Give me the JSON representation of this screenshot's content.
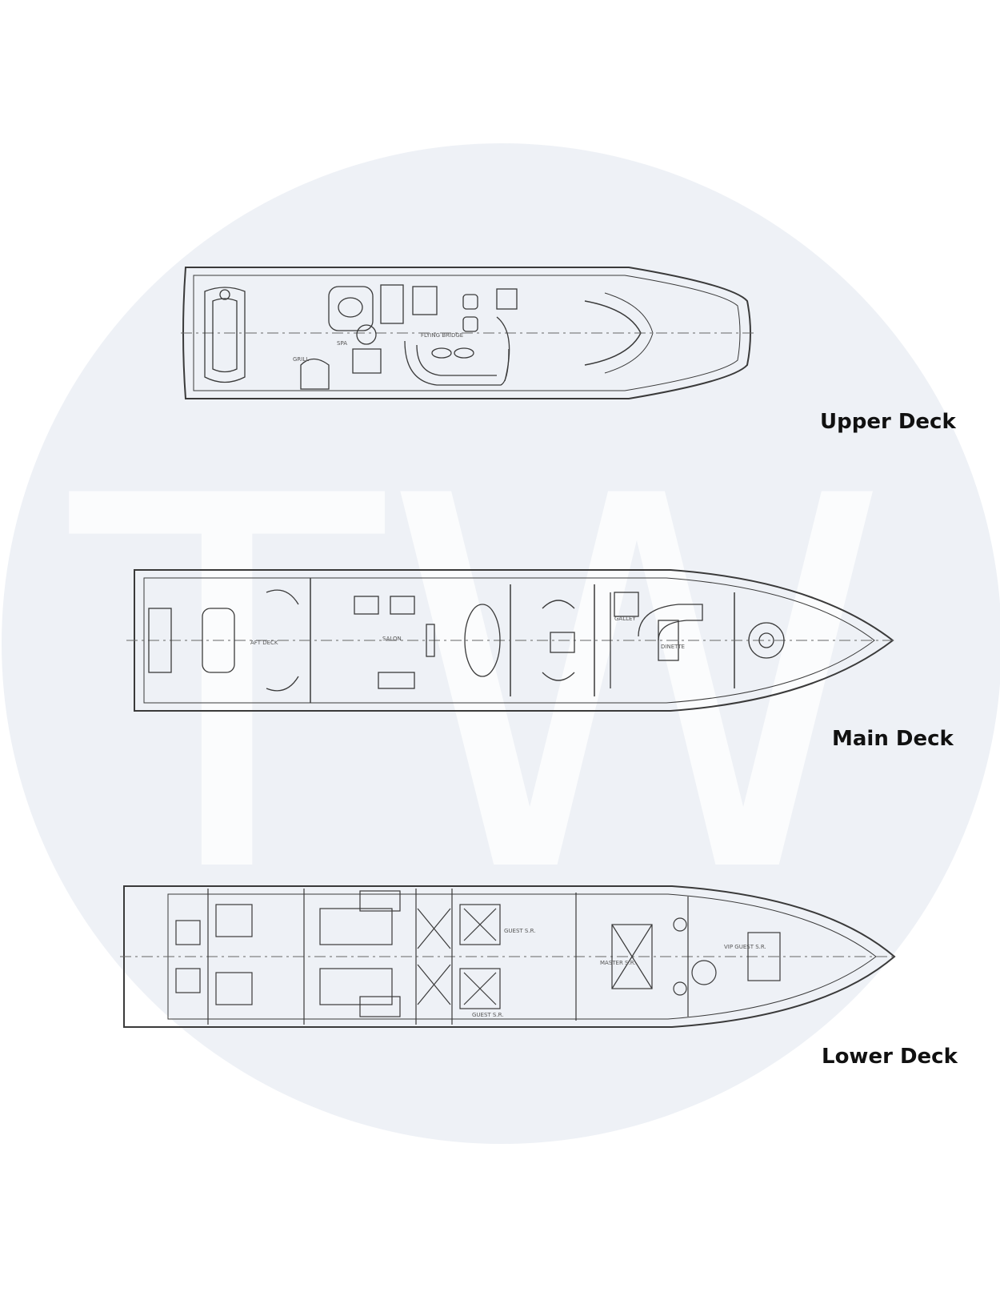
{
  "watermark": {
    "letters": "TW",
    "circle_color": "#eef1f6",
    "letter_color": "#fbfcfd"
  },
  "line_color": "#3a3a3a",
  "decks": [
    {
      "id": "upper",
      "label": "Upper Deck",
      "rooms": [
        "FLYING BRIDGE",
        "SPA",
        "GRILL"
      ]
    },
    {
      "id": "main",
      "label": "Main Deck",
      "rooms": [
        "AFT DECK",
        "SALON",
        "GALLEY",
        "DINETTE"
      ]
    },
    {
      "id": "lower",
      "label": "Lower Deck",
      "rooms": [
        "GUEST S.R.",
        "GUEST S.R.",
        "MASTER S.R.",
        "VIP GUEST S.R."
      ]
    }
  ]
}
